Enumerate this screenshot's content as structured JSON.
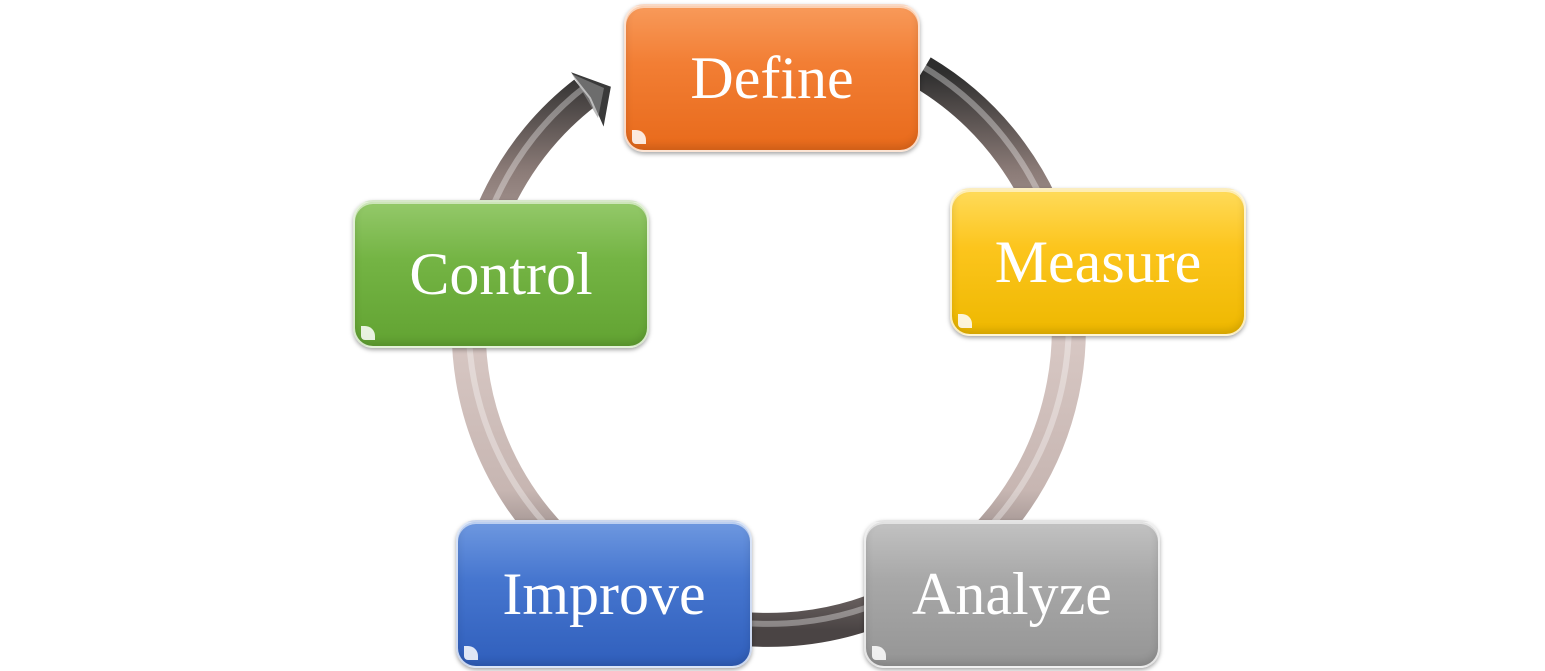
{
  "diagram": {
    "type": "cycle",
    "direction": "clockwise",
    "stages": [
      {
        "id": "define",
        "label": "Define",
        "color": "#ef7a2c"
      },
      {
        "id": "measure",
        "label": "Measure",
        "color": "#f9c00c"
      },
      {
        "id": "analyze",
        "label": "Analyze",
        "color": "#a5a5a5"
      },
      {
        "id": "improve",
        "label": "Improve",
        "color": "#4472c4"
      },
      {
        "id": "control",
        "label": "Control",
        "color": "#70ad47"
      }
    ],
    "connector": {
      "style": "circular-arrow",
      "ends_at": "define",
      "colors": {
        "light": "#e6d6d2",
        "mid": "#a89490",
        "dark": "#3a3a3a"
      }
    }
  }
}
